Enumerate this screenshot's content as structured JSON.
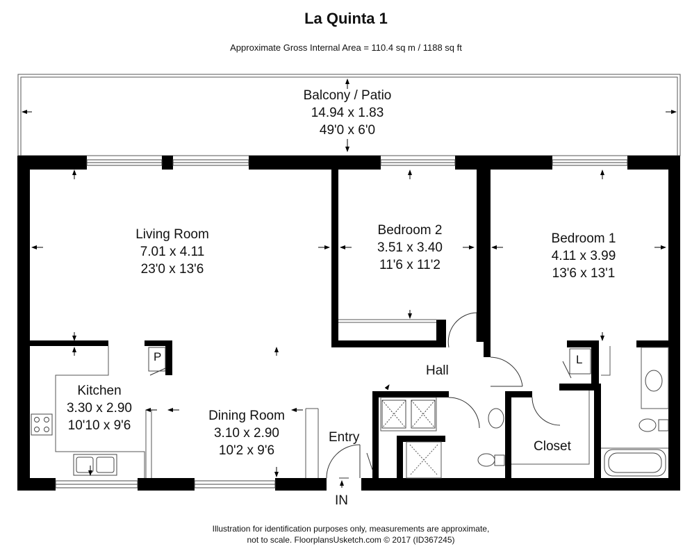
{
  "title": "La Quinta 1",
  "subtitle": "Approximate Gross Internal Area = 110.4 sq m / 1188 sq ft",
  "rooms": {
    "balcony": {
      "name": "Balcony / Patio",
      "metric": "14.94 x 1.83",
      "imperial": "49'0 x 6'0"
    },
    "living": {
      "name": "Living Room",
      "metric": "7.01 x 4.11",
      "imperial": "23'0 x 13'6"
    },
    "bedroom2": {
      "name": "Bedroom 2",
      "metric": "3.51 x 3.40",
      "imperial": "11'6 x 11'2"
    },
    "bedroom1": {
      "name": "Bedroom 1",
      "metric": "4.11 x 3.99",
      "imperial": "13'6 x 13'1"
    },
    "kitchen": {
      "name": "Kitchen",
      "metric": "3.30 x 2.90",
      "imperial": "10'10 x 9'6"
    },
    "dining": {
      "name": "Dining Room",
      "metric": "3.10 x 2.90",
      "imperial": "10'2 x 9'6"
    }
  },
  "labels": {
    "hall": "Hall",
    "entry": "Entry",
    "closet": "Closet",
    "entrance": "IN",
    "pantry": "P",
    "linen": "L"
  },
  "footer": {
    "line1": "Illustration for identification purposes only, measurements are approximate,",
    "line2": "not to scale. FloorplansUsketch.com © 2017 (ID367245)"
  },
  "colors": {
    "wall": "#000000",
    "line": "#555555",
    "background": "#ffffff"
  }
}
